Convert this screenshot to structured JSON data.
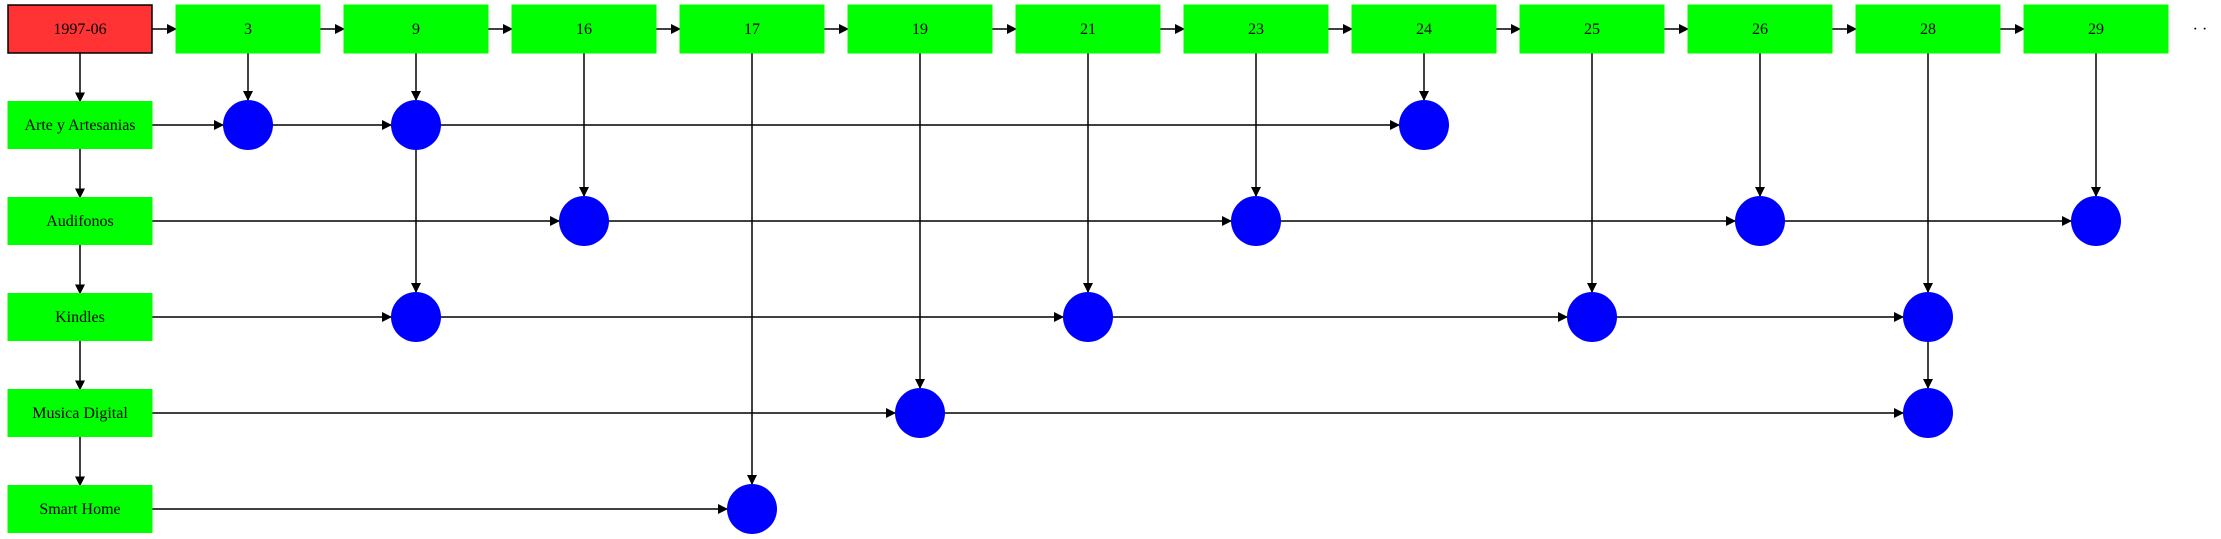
{
  "header": {
    "label": "1997-06",
    "color": "#ff3333",
    "trailing_mark": "· ·"
  },
  "columns": [
    "3",
    "9",
    "16",
    "17",
    "19",
    "21",
    "23",
    "24",
    "25",
    "26",
    "28",
    "29"
  ],
  "rows": [
    "Arte y Artesanias",
    "Audifonos",
    "Kindles",
    "Musica Digital",
    "Smart Home"
  ],
  "nodes": [
    {
      "row": 0,
      "col": "3"
    },
    {
      "row": 0,
      "col": "9"
    },
    {
      "row": 0,
      "col": "24"
    },
    {
      "row": 1,
      "col": "16"
    },
    {
      "row": 1,
      "col": "23"
    },
    {
      "row": 1,
      "col": "26"
    },
    {
      "row": 1,
      "col": "29"
    },
    {
      "row": 2,
      "col": "9"
    },
    {
      "row": 2,
      "col": "21"
    },
    {
      "row": 2,
      "col": "25"
    },
    {
      "row": 2,
      "col": "28"
    },
    {
      "row": 3,
      "col": "19"
    },
    {
      "row": 3,
      "col": "28"
    },
    {
      "row": 4,
      "col": "17"
    }
  ],
  "colors": {
    "box": "#00ff00",
    "node": "#0000ff",
    "edge": "#000000"
  }
}
